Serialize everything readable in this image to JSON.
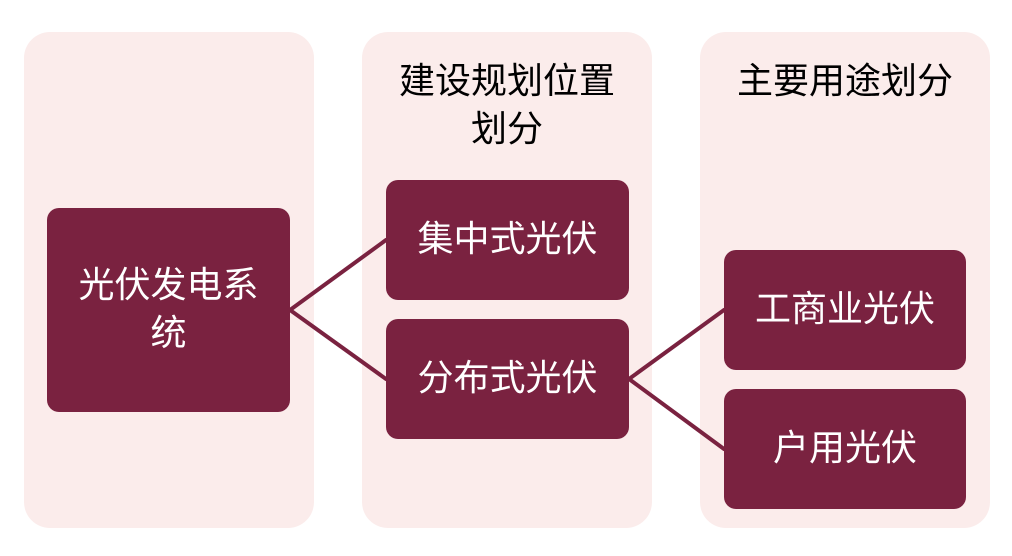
{
  "columns": [
    {
      "title": ""
    },
    {
      "title": "建设规划位置划分"
    },
    {
      "title": "主要用途划分"
    }
  ],
  "nodes": {
    "root": "光伏发电系统",
    "centralized": "集中式光伏",
    "distributed": "分布式光伏",
    "commercial": "工商业光伏",
    "household": "户用光伏"
  },
  "colors": {
    "column_background": "#fbeceb",
    "node_fill": "#7a2240",
    "node_text": "#ffffff",
    "connector": "#7a2240"
  }
}
